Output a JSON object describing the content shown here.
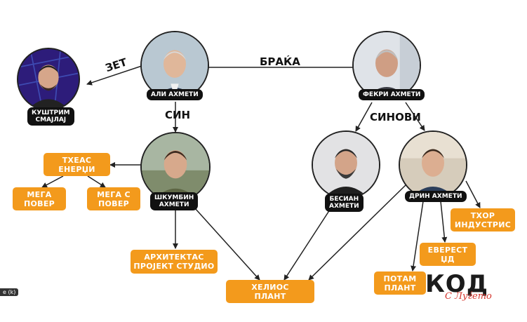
{
  "people": {
    "ali": {
      "name": "АЛИ АХМЕТИ"
    },
    "fekri": {
      "name": "ФЕКРИ АХМЕТИ"
    },
    "kushtrim": {
      "name_line1": "КУШТРИМ",
      "name_line2": "СМАЈЛАЈ"
    },
    "shkumbin": {
      "name_line1": "ШКУМБИН",
      "name_line2": "АХМЕТИ"
    },
    "besian": {
      "name_line1": "БЕСИАН",
      "name_line2": "АХМЕТИ"
    },
    "drin": {
      "name": "ДРИН АХМЕТИ"
    }
  },
  "relations": {
    "son_in_law": "ЗЕТ",
    "brothers": "БРАЌА",
    "son": "СИН",
    "sons": "СИНОВИ"
  },
  "companies": {
    "theas": {
      "line1": "ТХЕАС",
      "line2": "ЕНЕРЏИ"
    },
    "mega_power": {
      "line1": "МЕГА",
      "line2": "ПОВЕР"
    },
    "mega_s_power": {
      "line1": "МЕГА С",
      "line2": "ПОВЕР"
    },
    "architektas": {
      "line1": "АРХИТЕКТАС",
      "line2": "ПРОЈЕКТ СТУДИО"
    },
    "helios": {
      "line1": "ХЕЛИОС",
      "line2": "ПЛАНТ"
    },
    "thor": {
      "line1": "ТХОР",
      "line2": "ИНДУСТРИС"
    },
    "everest": {
      "line1": "ЕВЕРЕСТ",
      "line2": "ЏД"
    },
    "potam": {
      "line1": "ПОТАМ",
      "line2": "ПЛАНТ"
    }
  },
  "logo": {
    "main": "КОД",
    "script": "С Луѓето"
  },
  "corner_tag": "e (k)",
  "colors": {
    "company_orange": "#f39a1c",
    "badge_black": "#111111",
    "accent_red": "#d4332b"
  }
}
